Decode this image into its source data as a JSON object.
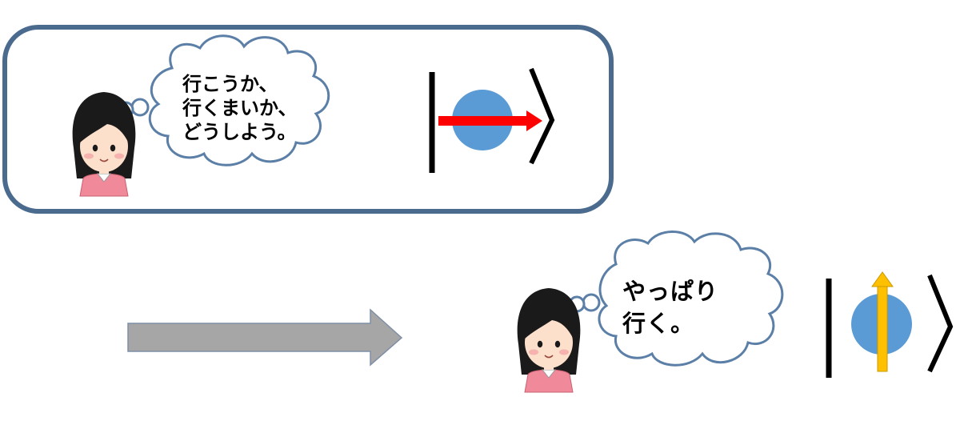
{
  "panel1": {
    "thought_lines": [
      "行こうか、",
      "行くまいか、",
      "どうしよう。"
    ],
    "colors": {
      "frame": "#4a6a8e",
      "arrow": "#ff0000",
      "ball": "#5b9bd5"
    }
  },
  "transition": {
    "arrow_color": "#a6a6a6"
  },
  "panel2": {
    "thought_lines": [
      "やっぱり",
      "行く。"
    ],
    "colors": {
      "arrow": "#ffc000",
      "ball": "#5b9bd5"
    }
  },
  "figure": {
    "icons": [
      "girl-thinking-icon",
      "thought-cloud-icon"
    ],
    "colors": {
      "hair": "#1a1a1a",
      "skin": "#fde0cc",
      "shirt": "#f08a9b",
      "cloud_stroke": "#5b7fa6"
    }
  }
}
